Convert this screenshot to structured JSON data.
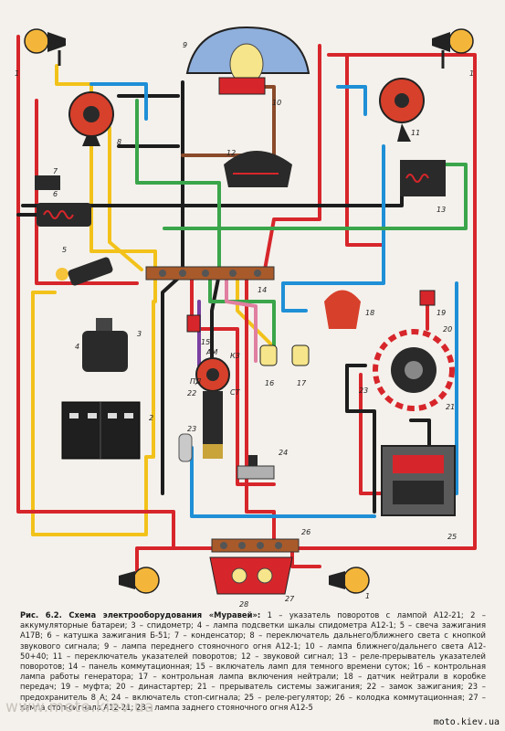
{
  "caption": {
    "title": "Рис. 6.2. Схема электрооборудования «Муравей»:",
    "body": "1 – указатель поворотов с лампой А12-21; 2 – аккумуляторные батареи; 3 – спидометр; 4 – лампа подсветки шкалы спидометра А12-1; 5 – свеча зажигания А17В; 6 – катушка зажигания Б-51; 7 – конденсатор; 8 – переключатель дальнего/ближнего света с кнопкой звукового сигнала; 9 – лампа переднего стояночного огня А12-1; 10 – лампа ближнего/дальнего света А12-50+40; 11 – переключатель указателей поворотов; 12 – звуковой сигнал; 13 – реле-прерыватель указателей поворотов; 14 – панель коммутационная; 15 – включатель ламп для темного времени суток; 16 – контрольная лампа работы генератора; 17 – контрольная лампа включения нейтрали; 18 – датчик нейтрали в коробке передач; 19 – муфта; 20 – династартер; 21 – прерыватель системы зажигания; 22 – замок зажигания; 23 – предохранитель 8 А; 24 – включатель стоп-сигнала; 25 – реле-регулятор; 26 – колодка коммутационная; 27 – лампа стоп-сигнала А12-21; 28 – лампа заднего стояночного огня А12-5"
  },
  "watermark": "www.moto.kiev.ua",
  "site_url": "moto.kiev.ua",
  "wire_colors": {
    "red": "#d7262b",
    "black": "#1d1d1d",
    "blue": "#1f8fd6",
    "yellow": "#f2c21b",
    "green": "#3aa54a",
    "pink": "#e07fa0",
    "brown": "#8a4a2a",
    "purple": "#7a3fa0"
  },
  "labels": {
    "n1": "1",
    "n2": "2",
    "n3": "3",
    "n4": "4",
    "n5": "5",
    "n6": "6",
    "n7": "7",
    "n8": "8",
    "n9": "9",
    "n10": "10",
    "n11": "11",
    "n12": "12",
    "n13": "13",
    "n14": "14",
    "n15": "15",
    "n16": "16",
    "n17": "17",
    "n18": "18",
    "n19": "19",
    "n20": "20",
    "n21": "21",
    "n22": "22",
    "n23": "23",
    "n24": "24",
    "n25": "25",
    "n26": "26",
    "n27": "27",
    "n28": "28",
    "lock_am": "АМ",
    "lock_k3": "КЗ",
    "lock_st": "СТ",
    "lock_pd": "ПД"
  }
}
